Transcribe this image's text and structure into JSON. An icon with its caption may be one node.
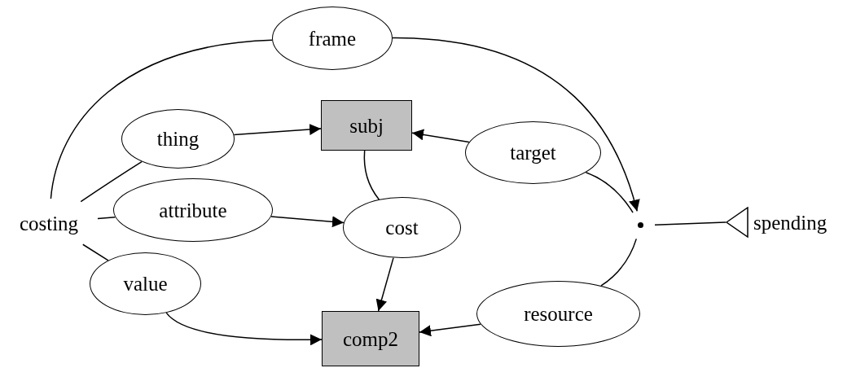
{
  "diagram": {
    "nodes": [
      {
        "text": [
          "frame"
        ]
      },
      {
        "text": [
          "subj"
        ]
      },
      {
        "text": [
          "thing"
        ]
      },
      {
        "text": [
          "target"
        ]
      },
      {
        "text": [
          "costing"
        ]
      },
      {
        "text": [
          "attribute"
        ]
      },
      {
        "text": [
          "cost"
        ]
      },
      {
        "text": [],
        "shape": "circle"
      },
      {
        "text": [
          "spending"
        ]
      },
      {
        "text": [
          "value"
        ]
      },
      {
        "text": [
          "resource"
        ]
      },
      {
        "text": [
          "comp2"
        ]
      }
    ],
    "edges": [
      {
        "from": 4,
        "to": 0,
        "arrow": "none"
      },
      {
        "from": 0,
        "to": 7,
        "arrow": "to"
      },
      {
        "from": 4,
        "to": 2,
        "arrow": "none"
      },
      {
        "from": 2,
        "to": 1,
        "arrow": "to"
      },
      {
        "from": 4,
        "to": 5,
        "arrow": "none"
      },
      {
        "from": 5,
        "to": 6,
        "arrow": "to"
      },
      {
        "from": 4,
        "to": 9,
        "arrow": "none"
      },
      {
        "from": 9,
        "to": 11,
        "arrow": "to"
      },
      {
        "from": 1,
        "to": 6,
        "arrow": "none"
      },
      {
        "from": 6,
        "to": 11,
        "arrow": "to"
      },
      {
        "from": 3,
        "to": 1,
        "arrow": "to"
      },
      {
        "from": 3,
        "to": 7,
        "arrow": "none"
      },
      {
        "from": 7,
        "to": 8,
        "arrow": "none"
      },
      {
        "from": 10,
        "to": 11,
        "arrow": "to"
      },
      {
        "from": 10,
        "to": 7,
        "arrow": "none"
      }
    ]
  }
}
